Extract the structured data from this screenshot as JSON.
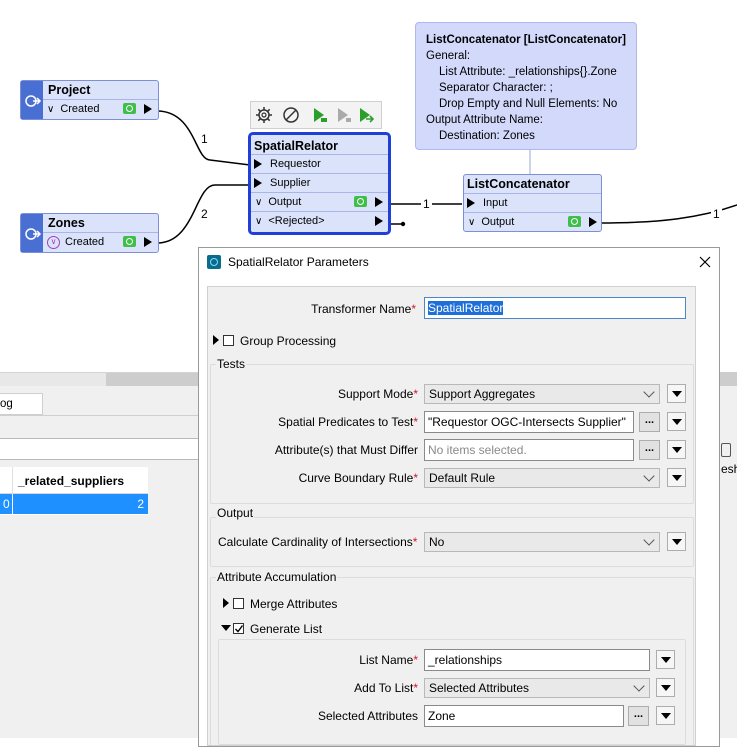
{
  "canvas": {
    "project_node": {
      "title": "Project",
      "port": "Created"
    },
    "zones_node": {
      "title": "Zones",
      "port": "Created"
    },
    "spatial_node": {
      "title": "SpatialRelator",
      "ports": [
        "Requestor",
        "Supplier",
        "Output",
        "<Rejected>"
      ]
    },
    "list_node": {
      "title": "ListConcatenator",
      "ports": [
        "Input",
        "Output"
      ]
    },
    "connection_counts": {
      "project": "1",
      "zones": "2",
      "output": "1",
      "list_out": "1"
    },
    "tooltip": {
      "title": "ListConcatenator [ListConcatenator]",
      "lines": [
        "General:",
        "List Attribute: _relationships{}.Zone",
        "Separator Character: ;",
        "Drop Empty and Null Elements: No",
        "Output Attribute Name:",
        "Destination: Zones"
      ]
    }
  },
  "background_panel": {
    "tab": "og",
    "column_header": "_related_suppliers",
    "row": {
      "index": "0",
      "value": "2"
    },
    "side_text": "esh"
  },
  "dialog": {
    "title": "SpatialRelator Parameters",
    "transformer_name_label": "Transformer Name",
    "transformer_name_value": "SpatialRelator",
    "group_processing": "Group Processing",
    "tests_header": "Tests",
    "support_mode_label": "Support Mode",
    "support_mode_value": "Support Aggregates",
    "predicates_label": "Spatial Predicates to Test",
    "predicates_value": "\"Requestor OGC-Intersects Supplier\"",
    "must_differ_label": "Attribute(s) that Must Differ",
    "must_differ_placeholder": "No items selected.",
    "curve_label": "Curve Boundary Rule",
    "curve_value": "Default Rule",
    "output_header": "Output",
    "cardinality_label": "Calculate Cardinality of Intersections",
    "cardinality_value": "No",
    "accum_header": "Attribute Accumulation",
    "merge_label": "Merge Attributes",
    "generate_label": "Generate List",
    "list_name_label": "List Name",
    "list_name_value": "_relationships",
    "add_to_list_label": "Add To List",
    "add_to_list_value": "Selected Attributes",
    "selected_attrs_label": "Selected Attributes",
    "selected_attrs_value": "Zone",
    "req_mark": "*",
    "dots": "..."
  }
}
